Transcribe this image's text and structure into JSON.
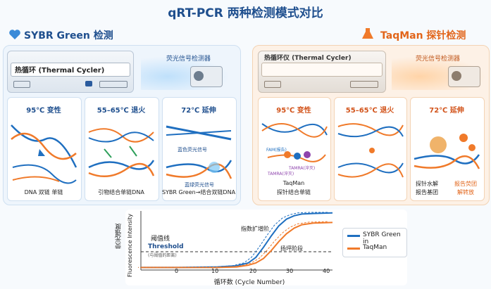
{
  "title": "qRT-PCR 两种检测模式对比",
  "sybr": {
    "header": "SYBR Green 检测",
    "machine": "热循环 (Thermal Cycler)",
    "detector": "荧光信号检测器",
    "steps": [
      {
        "label": "95℃ 变性",
        "caption": "DNA 双链  单链"
      },
      {
        "label": "55–65℃ 退火",
        "caption": "引物结合单链DNA"
      },
      {
        "label": "72℃ 延伸",
        "caption": "SYBR Green→结合双链DNA",
        "note1": "蓝色荧光信号",
        "note2": "蓝绿荧光信号"
      }
    ]
  },
  "taqman": {
    "header": "TaqMan 探针检测",
    "machine": "热循环仪 (Thermal Cycler)",
    "detector": "荧光信号检测器",
    "steps": [
      {
        "label": "95℃ 变性",
        "caption1": "TaqMan",
        "caption2": "探针结合单链",
        "fam": "FAM(报告)",
        "tamra1": "TAMRA(淬灭)",
        "tamra2": "TAMRA(淬灭)"
      },
      {
        "label": "55–65℃ 退火"
      },
      {
        "label": "72℃ 延伸",
        "caption1": "探针水解",
        "caption2": "报告基团",
        "caption3": "报告荧团",
        "caption4": "解转放"
      }
    ]
  },
  "chart": {
    "ylabel_cn": "荧光强度",
    "ylabel_en": "Fluorescence Intensity",
    "xlabel": "循环数 (Cycle Number)",
    "threshold_cn": "阈值线",
    "threshold_en": "Threshold",
    "threshold_sub": "(与阈值的距离)",
    "phase_exp": "指数扩增阶",
    "phase_plateau": "扬坪阶段",
    "x_ticks": [
      "0",
      "10",
      "20",
      "30",
      "40"
    ]
  },
  "chart_data": {
    "type": "line",
    "xlabel": "循环数 (Cycle Number)",
    "ylabel": "荧光强度 Fluorescence Intensity",
    "xlim": [
      -10,
      40
    ],
    "series": [
      {
        "name": "SYBR Green in",
        "color": "#1f6fc0",
        "x": [
          -10,
          0,
          10,
          15,
          18,
          20,
          22,
          24,
          26,
          28,
          30,
          32,
          35,
          40
        ],
        "y": [
          0.02,
          0.02,
          0.03,
          0.05,
          0.1,
          0.2,
          0.38,
          0.58,
          0.76,
          0.88,
          0.94,
          0.97,
          0.98,
          0.99
        ]
      },
      {
        "name": "TaqMan",
        "color": "#f07a2a",
        "x": [
          -10,
          0,
          10,
          15,
          18,
          20,
          22,
          24,
          26,
          28,
          30,
          32,
          35,
          40
        ],
        "y": [
          0.02,
          0.02,
          0.02,
          0.03,
          0.06,
          0.1,
          0.18,
          0.32,
          0.48,
          0.62,
          0.72,
          0.78,
          0.81,
          0.82
        ]
      }
    ],
    "threshold": 0.3,
    "grid": false,
    "legend": "right"
  },
  "colors": {
    "blue": "#1f6fc0",
    "orange": "#f07a2a",
    "title": "#1f4f8e"
  }
}
